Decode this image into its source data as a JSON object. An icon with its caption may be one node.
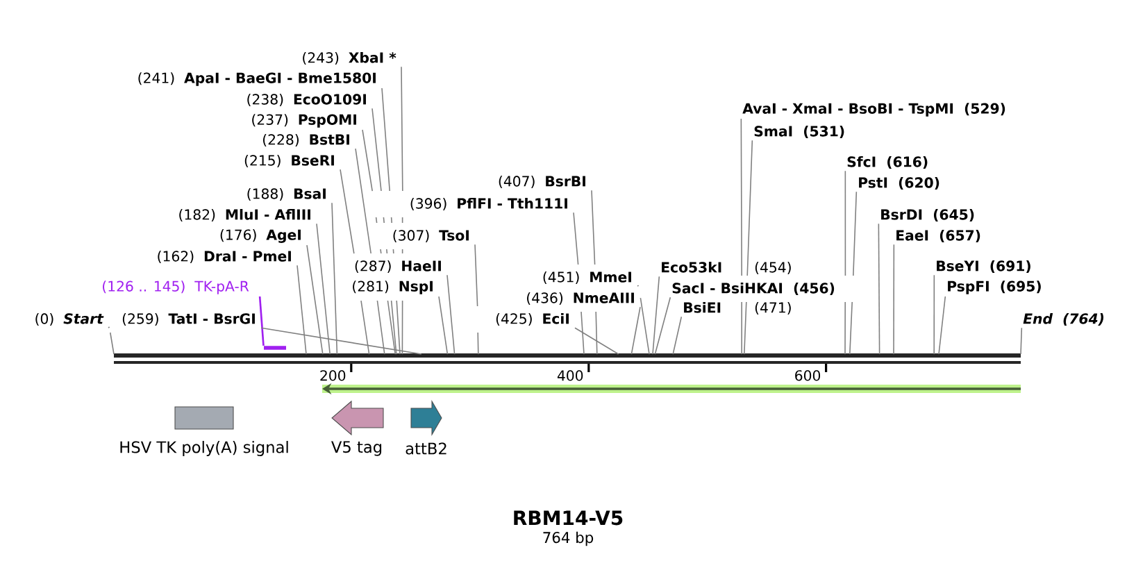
{
  "diagram": {
    "title": "RBM14-V5",
    "caption": "764 bp",
    "nodes": [
      {
        "text": [
          "(243)",
          "XbaI *"
        ]
      },
      {
        "text": [
          "(241)",
          "ApaI - BaeGI - Bme1580I"
        ]
      },
      {
        "text": [
          "(238)",
          "EcoO109I"
        ]
      },
      {
        "text": [
          "(237)",
          "PspOMI"
        ]
      },
      {
        "text": [
          "(228)",
          "BstBI"
        ]
      },
      {
        "text": [
          "(215)",
          "BseRI"
        ]
      },
      {
        "text": [
          "(188)",
          "BsaI"
        ]
      },
      {
        "text": [
          "(182)",
          "MluI - AflIII"
        ]
      },
      {
        "text": [
          "(176)",
          "AgeI"
        ]
      },
      {
        "text": [
          "(162)",
          "DraI - PmeI"
        ]
      },
      {
        "text": [
          "(126 .. 145)",
          "TK-pA-R"
        ]
      },
      {
        "text": [
          "(0)",
          "Start"
        ]
      },
      {
        "text": [
          "(259)",
          "TatI - BsrGI"
        ]
      },
      {
        "text": [
          "(287)",
          "HaeII"
        ]
      },
      {
        "text": [
          "(281)",
          "NspI"
        ]
      },
      {
        "text": [
          "(396)",
          "PflFI - Tth111I"
        ]
      },
      {
        "text": [
          "(307)",
          "TsoI"
        ]
      },
      {
        "text": [
          "(407)",
          "BsrBI"
        ]
      },
      {
        "text": [
          "(451)",
          "MmeI"
        ]
      },
      {
        "text": [
          "(436)",
          "NmeAIII"
        ]
      },
      {
        "text": [
          "(425)",
          "EciI"
        ]
      },
      {
        "text": [
          "Eco53kI",
          "(454)"
        ]
      },
      {
        "text": [
          "SacI - BsiHKAI",
          "(456)"
        ]
      },
      {
        "text": [
          "BsiEI",
          "(471)"
        ]
      },
      {
        "text": [
          "AvaI - XmaI - BsoBI - TspMI",
          "(529)"
        ]
      },
      {
        "text": [
          "SmaI",
          "(531)"
        ]
      },
      {
        "text": [
          "SfcI",
          "(616)"
        ]
      },
      {
        "text": [
          "PstI",
          "(620)"
        ]
      },
      {
        "text": [
          "BsrDI",
          "(645)"
        ]
      },
      {
        "text": [
          "EaeI",
          "(657)"
        ]
      },
      {
        "text": [
          "BseYI",
          "(691)"
        ]
      },
      {
        "text": [
          "PspFI",
          "(695)"
        ]
      },
      {
        "text": [
          "End",
          "(764)"
        ]
      },
      {
        "text": [],
        "shape": "bar"
      },
      {
        "text": [
          "HSV TK poly(A) signal"
        ]
      },
      {
        "text": [
          "V5 tag"
        ]
      },
      {
        "text": [
          "attB2"
        ]
      }
    ],
    "edges": [
      {
        "from": 0,
        "to": null,
        "arrow": "none"
      },
      {
        "from": 1,
        "to": null,
        "arrow": "none"
      },
      {
        "from": 2,
        "to": null,
        "arrow": "none"
      },
      {
        "from": 3,
        "to": null,
        "arrow": "none"
      },
      {
        "from": 4,
        "to": null,
        "arrow": "none"
      },
      {
        "from": 5,
        "to": null,
        "arrow": "none"
      },
      {
        "from": 6,
        "to": null,
        "arrow": "none"
      },
      {
        "from": 7,
        "to": null,
        "arrow": "none"
      },
      {
        "from": 8,
        "to": null,
        "arrow": "none"
      },
      {
        "from": 9,
        "to": null,
        "arrow": "none"
      },
      {
        "from": 10,
        "to": 33,
        "arrow": "none",
        "color": "#a020f0"
      },
      {
        "from": 11,
        "to": null,
        "arrow": "none"
      },
      {
        "from": 12,
        "to": null,
        "arrow": "none"
      },
      {
        "from": 13,
        "to": null,
        "arrow": "none"
      },
      {
        "from": 14,
        "to": null,
        "arrow": "none"
      },
      {
        "from": 15,
        "to": null,
        "arrow": "none"
      },
      {
        "from": 16,
        "to": null,
        "arrow": "none"
      },
      {
        "from": 17,
        "to": null,
        "arrow": "none"
      },
      {
        "from": 18,
        "to": null,
        "arrow": "none"
      },
      {
        "from": 19,
        "to": null,
        "arrow": "none"
      },
      {
        "from": 20,
        "to": null,
        "arrow": "none"
      },
      {
        "from": 21,
        "to": null,
        "arrow": "none"
      },
      {
        "from": 22,
        "to": null,
        "arrow": "none"
      },
      {
        "from": 23,
        "to": null,
        "arrow": "none"
      },
      {
        "from": 24,
        "to": null,
        "arrow": "none"
      },
      {
        "from": 25,
        "to": null,
        "arrow": "none"
      },
      {
        "from": 26,
        "to": null,
        "arrow": "none"
      },
      {
        "from": 27,
        "to": null,
        "arrow": "none"
      },
      {
        "from": 28,
        "to": null,
        "arrow": "none"
      },
      {
        "from": 29,
        "to": null,
        "arrow": "none"
      },
      {
        "from": 30,
        "to": null,
        "arrow": "none"
      },
      {
        "from": 31,
        "to": null,
        "arrow": "none"
      },
      {
        "from": 32,
        "to": null,
        "arrow": "none"
      }
    ],
    "labels": [
      "200",
      "400",
      "600"
    ]
  }
}
